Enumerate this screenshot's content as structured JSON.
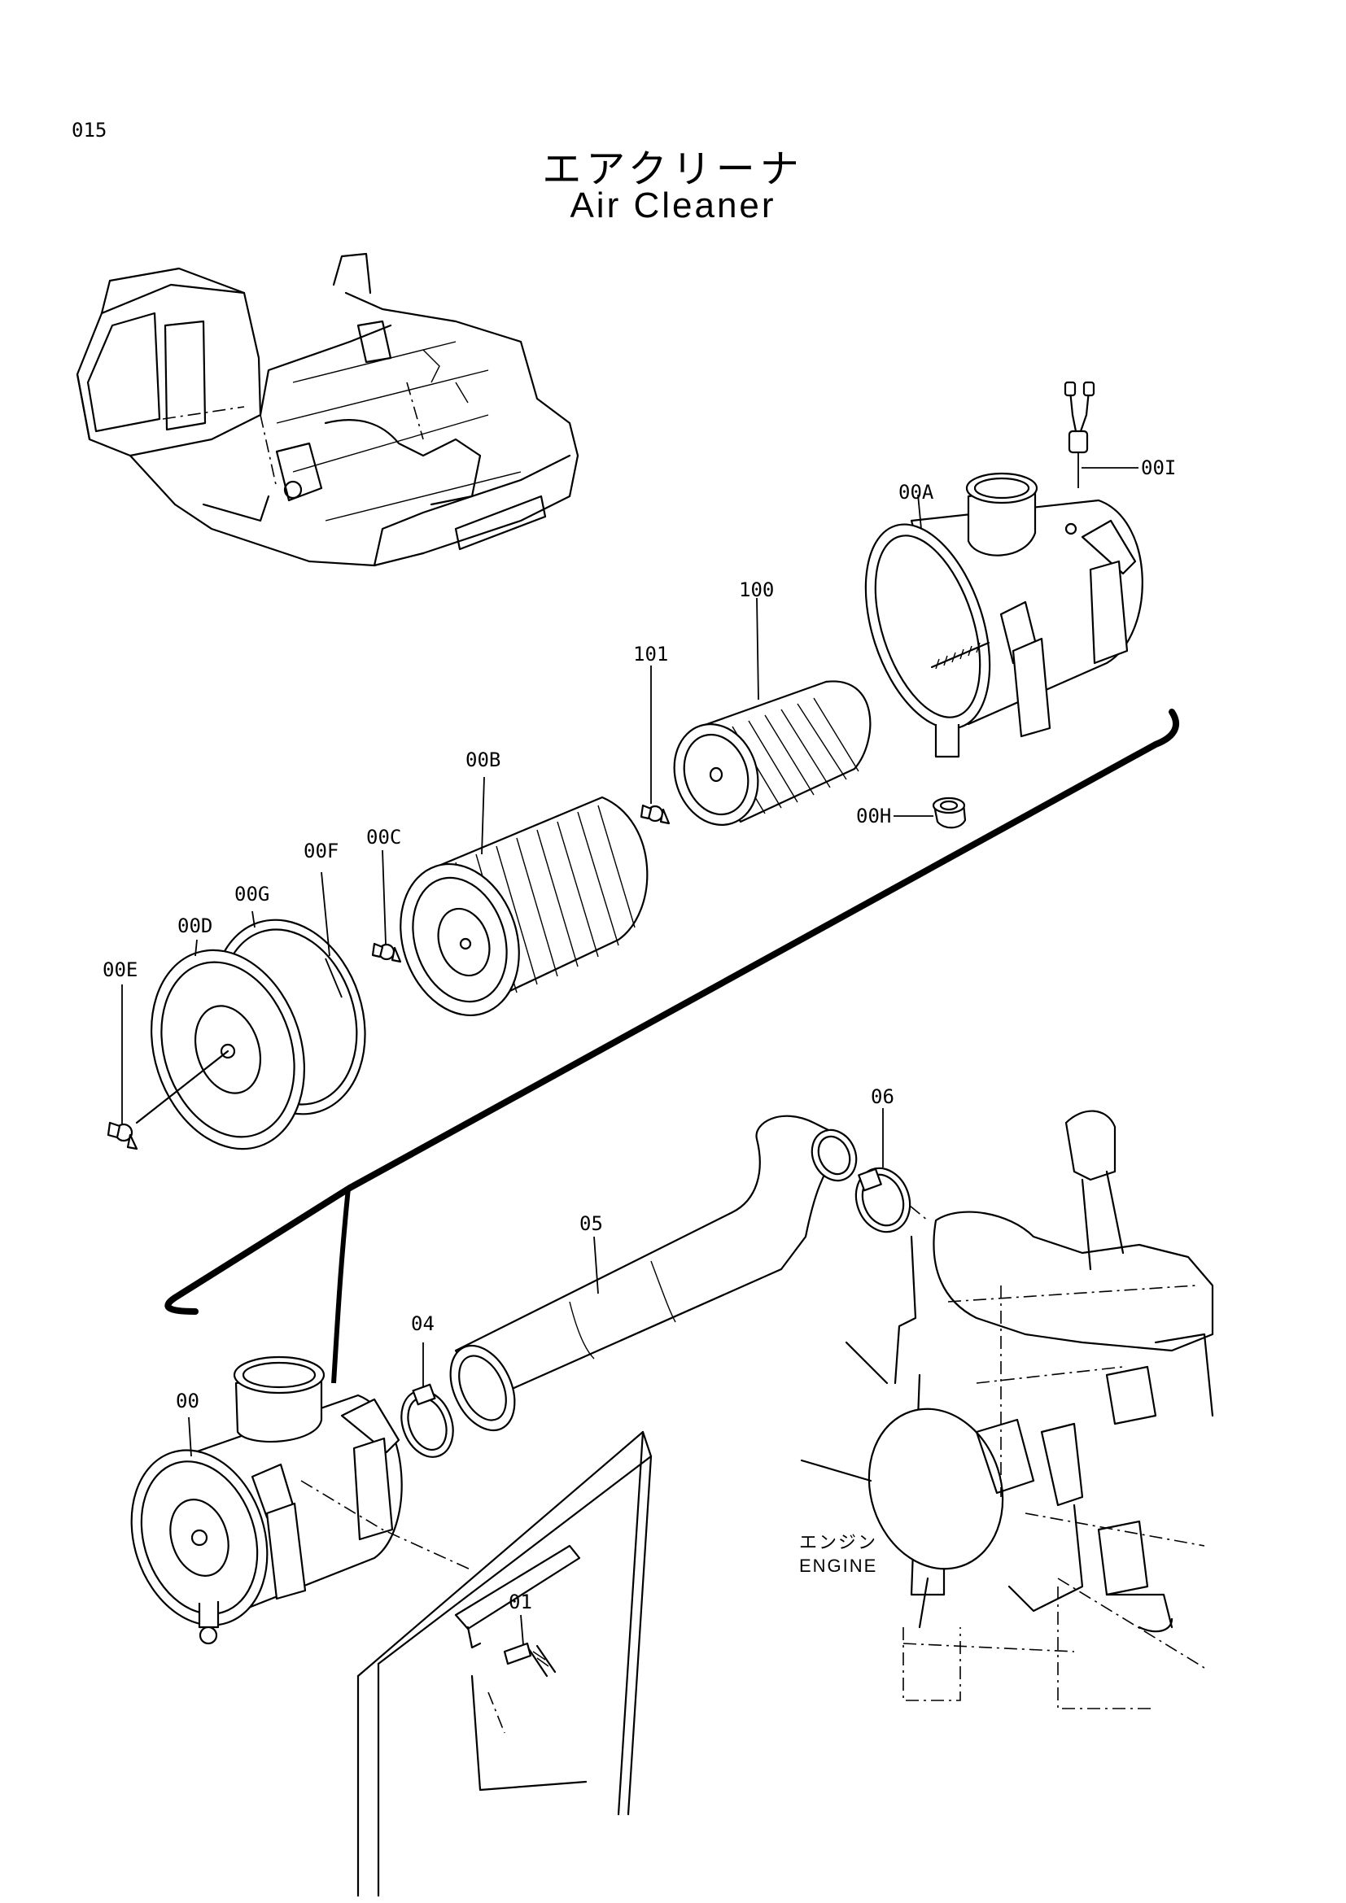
{
  "page_number": "015",
  "title_jp": "エアクリーナ",
  "title_en": "Air Cleaner",
  "engine_label_jp": "エンジン",
  "engine_label_en": "ENGINE",
  "parts": [
    {
      "id": "00I",
      "label": "00I"
    },
    {
      "id": "00A",
      "label": "00A"
    },
    {
      "id": "100",
      "label": "100"
    },
    {
      "id": "101",
      "label": "101"
    },
    {
      "id": "00B",
      "label": "00B"
    },
    {
      "id": "00H",
      "label": "00H"
    },
    {
      "id": "00C",
      "label": "00C"
    },
    {
      "id": "00F",
      "label": "00F"
    },
    {
      "id": "00G",
      "label": "00G"
    },
    {
      "id": "00D",
      "label": "00D"
    },
    {
      "id": "00E",
      "label": "00E"
    },
    {
      "id": "06",
      "label": "06"
    },
    {
      "id": "05",
      "label": "05"
    },
    {
      "id": "04",
      "label": "04"
    },
    {
      "id": "00",
      "label": "00"
    },
    {
      "id": "01",
      "label": "01"
    }
  ]
}
